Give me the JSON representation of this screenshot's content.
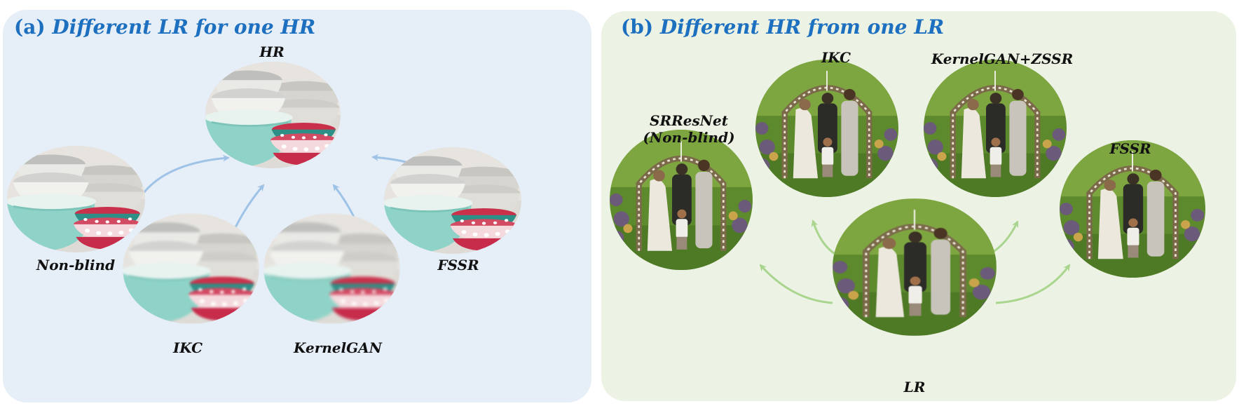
{
  "panel_a": {
    "tag": "(a)",
    "title": "Different LR for one HR",
    "labels": {
      "hr": "HR",
      "nonblind": "Non-blind",
      "ikc": "IKC",
      "kernelgan": "KernelGAN",
      "fssr": "FSSR"
    }
  },
  "panel_b": {
    "tag": "(b)",
    "title": "Different HR from one LR",
    "labels": {
      "srresnet_line1": "SRResNet",
      "srresnet_line2": "(Non-blind)",
      "ikc": "IKC",
      "kernelgan_zssr": "KernelGAN+ZSSR",
      "fssr": "FSSR",
      "lr": "LR"
    }
  },
  "colors": {
    "title_blue": "#1d6fbf",
    "arrow_blue": "#9fc3e6",
    "arrow_green": "#a9d58e",
    "panel_a_bg": "#e6eef8",
    "panel_b_bg": "#edf3e4"
  }
}
